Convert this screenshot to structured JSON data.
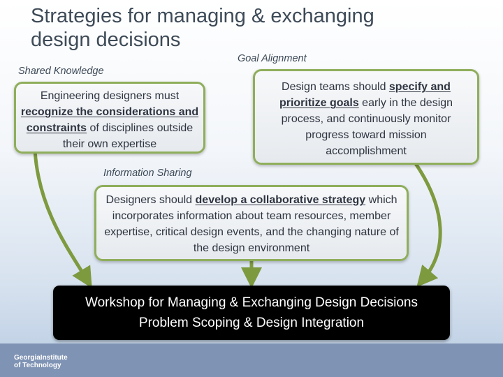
{
  "title": "Strategies for managing & exchanging design decisions",
  "labels": {
    "shared_knowledge": "Shared Knowledge",
    "goal_alignment": "Goal Alignment",
    "information_sharing": "Information Sharing"
  },
  "boxes": {
    "shared": {
      "line1": "Engineering designers must",
      "emph": "recognize the considerations and constraints",
      "rest": " of disciplines outside their own expertise"
    },
    "goal": {
      "pre": "Design teams should ",
      "emph": "specify and prioritize goals",
      "rest": " early in the design process, and continuously monitor progress toward mission accomplishment"
    },
    "info": {
      "pre": "Designers should ",
      "emph": "develop a collaborative strategy",
      "rest": " which incorporates information about team resources, member expertise, critical design events, and the changing nature of the design environment"
    }
  },
  "result": {
    "line1": "Workshop for Managing & Exchanging Design Decisions",
    "line2": "Problem Scoping & Design Integration"
  },
  "logo": {
    "line1": "GeorgiaInstitute",
    "line2": "of Technology"
  },
  "colors": {
    "box_border": "#8fae5b",
    "arrow": "#7e9a3f",
    "result_bg": "#000000",
    "footer": "#7f93b4"
  }
}
